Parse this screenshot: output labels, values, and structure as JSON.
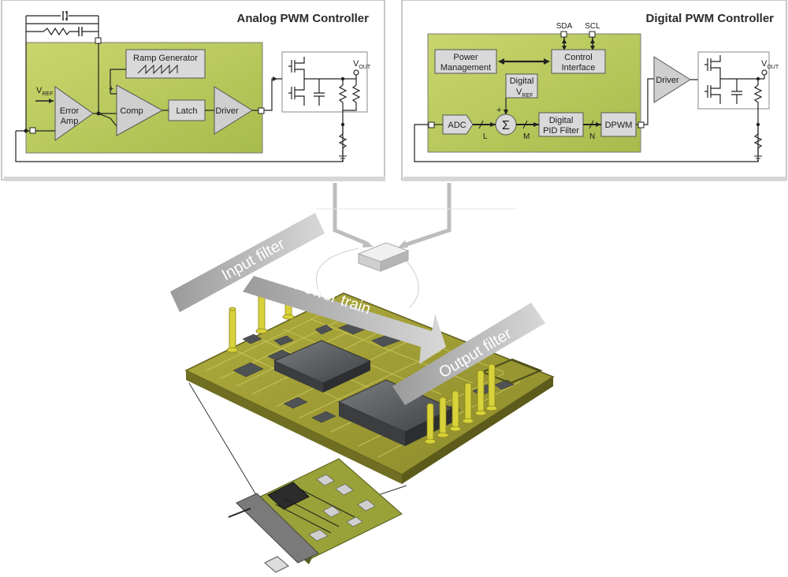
{
  "analog": {
    "title": "Analog PWM Controller",
    "ramp_generator": "Ramp Generator",
    "error_amp_line1": "Error",
    "error_amp_line2": "Amp",
    "comp": "Comp",
    "latch": "Latch",
    "driver": "Driver",
    "vref_main": "V",
    "vref_sub": "REF",
    "vout_main": "V",
    "vout_sub": "OUT",
    "plus": "+"
  },
  "digital": {
    "title": "Digital PWM Controller",
    "sda": "SDA",
    "scl": "SCL",
    "power_mgmt_line1": "Power",
    "power_mgmt_line2": "Management",
    "control_if_line1": "Control",
    "control_if_line2": "Interface",
    "digital_vref_line1": "Digital",
    "digital_vref_main": "V",
    "digital_vref_sub": "REF",
    "adc": "ADC",
    "sigma": "Σ",
    "pid_line1": "Digital",
    "pid_line2": "PID Filter",
    "dpwm": "DPWM",
    "driver": "Driver",
    "bus_l": "L",
    "bus_m": "M",
    "bus_n": "N",
    "vout_main": "V",
    "vout_sub": "OUT",
    "plus": "+"
  },
  "board": {
    "input_filter": "Input filter",
    "power_train": "Power train",
    "output_filter": "Output filter"
  },
  "colors": {
    "panel_green": "#b5c75a",
    "panel_green_light": "#d3de8a",
    "pcb_green": "#a3a23a",
    "pcb_dark": "#6f6e22",
    "chip_grey": "#5a5d60",
    "gold": "#d8d23a"
  }
}
